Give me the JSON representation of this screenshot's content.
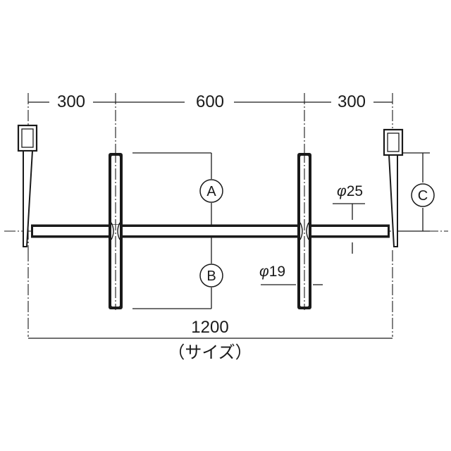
{
  "dimensions": {
    "left_span": "300",
    "middle_span": "600",
    "right_span": "300",
    "total_width": "1200",
    "size_note": "（サイズ）",
    "pipe_diameter_large": "25",
    "pipe_diameter_small": "19",
    "phi_symbol": "φ"
  },
  "callouts": {
    "a": "A",
    "b": "B",
    "c": "C"
  }
}
